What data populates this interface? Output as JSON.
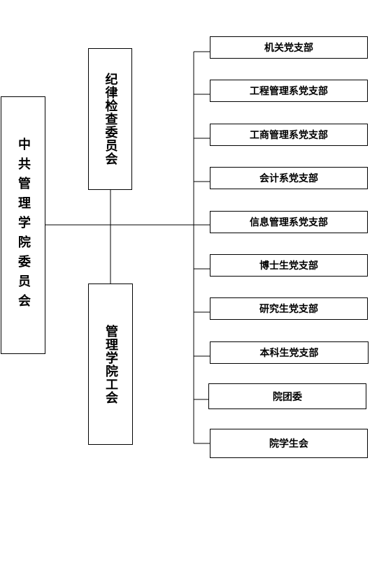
{
  "party_committee": {
    "label": "中共管理学院委员会"
  },
  "discipline_committee": {
    "label": "纪律检查委员会"
  },
  "union": {
    "label": "管理学院工会"
  },
  "branches": [
    {
      "label": "机关党支部"
    },
    {
      "label": "工程管理系党支部"
    },
    {
      "label": "工商管理系党支部"
    },
    {
      "label": "会计系党支部"
    },
    {
      "label": "信息管理系党支部"
    },
    {
      "label": "博士生党支部"
    },
    {
      "label": "研究生党支部"
    },
    {
      "label": "本科生党支部"
    },
    {
      "label": "院团委"
    },
    {
      "label": "院学生会"
    }
  ]
}
